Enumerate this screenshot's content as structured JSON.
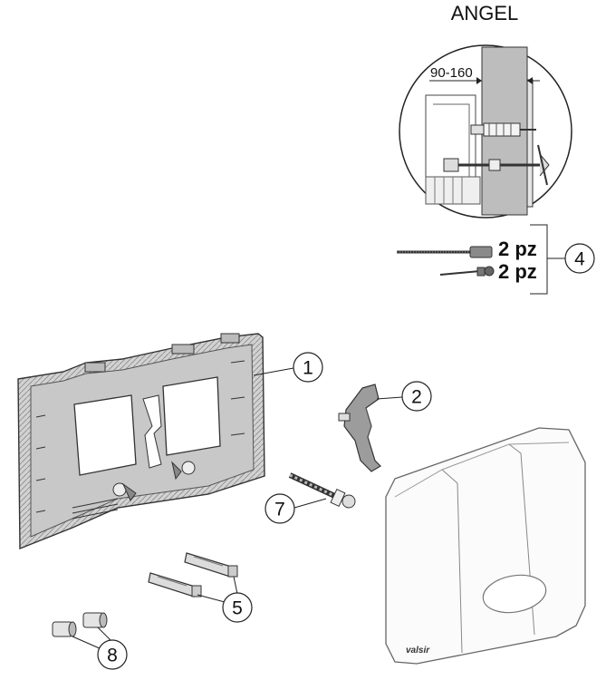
{
  "detail": {
    "title": "ANGEL",
    "dimension": "90-160"
  },
  "kit": {
    "qty_long": "2 pz",
    "qty_short": "2 pz"
  },
  "callouts": {
    "plate": "1",
    "bracket": "2",
    "bolt_kit": "4",
    "dowels": "5",
    "screw": "7",
    "caps": "8"
  },
  "brand": "valsir"
}
